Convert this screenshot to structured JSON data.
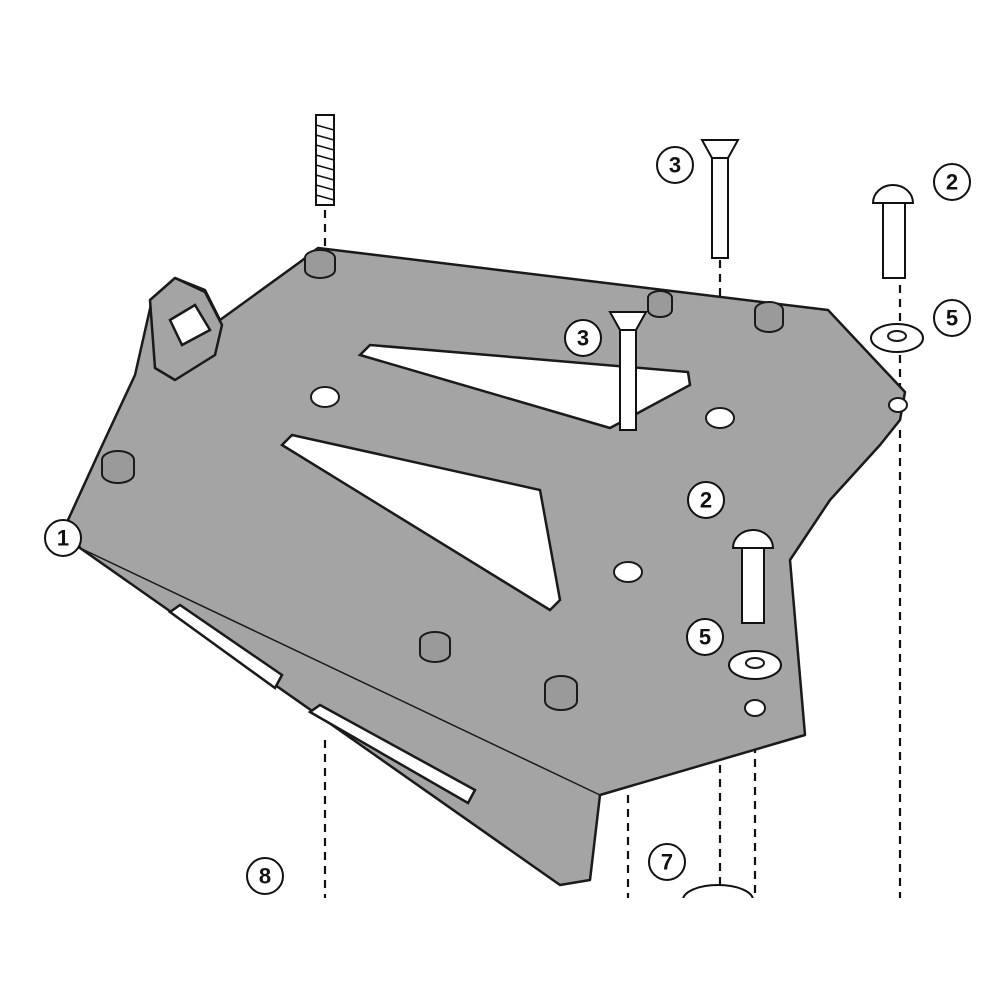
{
  "diagram": {
    "callouts": [
      {
        "id": "1",
        "label": "1"
      },
      {
        "id": "3a",
        "label": "3"
      },
      {
        "id": "3b",
        "label": "3"
      },
      {
        "id": "2a",
        "label": "2"
      },
      {
        "id": "5a",
        "label": "5"
      },
      {
        "id": "2b",
        "label": "2"
      },
      {
        "id": "5b",
        "label": "5"
      },
      {
        "id": "7",
        "label": "7"
      },
      {
        "id": "8",
        "label": "8"
      }
    ],
    "colors": {
      "plate": "#a4a4a4",
      "outline": "#1a1a1a",
      "background": "#ffffff"
    }
  }
}
